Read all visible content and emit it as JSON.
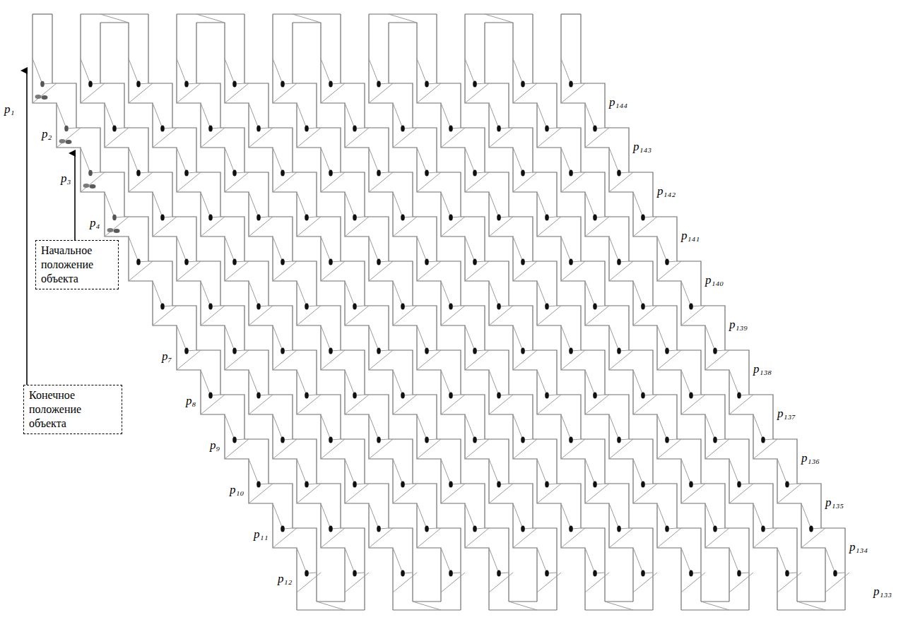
{
  "diagram": {
    "nodes": [
      {
        "text": [
          "Начальное положение объекта"
        ]
      },
      {
        "text": [
          "Конечное положение объекта"
        ]
      }
    ],
    "labels": [
      "p₁",
      "p₂",
      "p₃",
      "p₄",
      "p₇",
      "p₈",
      "p₉",
      "p₁₀",
      "p₁₁",
      "p₁₂",
      "p₁₄₄",
      "p₁₄₃",
      "p₁₄₂",
      "p₁₄₁",
      "p₁₄₀",
      "p₁₃₉",
      "p₁₃₈",
      "p₁₃₇",
      "p₁₃₆",
      "p₁₃₅",
      "p₁₃₄",
      "p₁₃₃"
    ]
  }
}
